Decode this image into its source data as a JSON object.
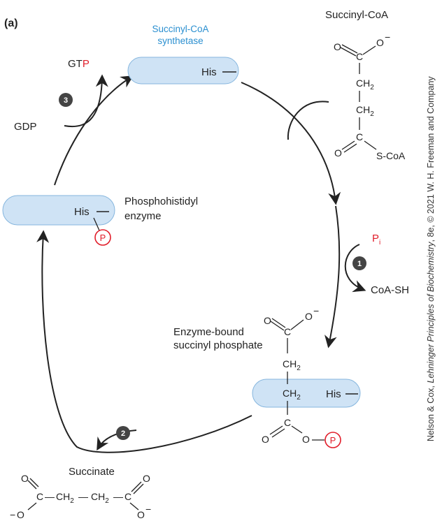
{
  "panel_label": "(a)",
  "colors": {
    "enzyme_fill": "#cfe3f5",
    "enzyme_stroke": "#86b6de",
    "phosphate": "#e11d2a",
    "enzyme_label": "#2a8fd0",
    "step_badge": "#444444"
  },
  "enzyme": {
    "name_line1": "Succinyl-CoA",
    "name_line2": "synthetase",
    "his": "His"
  },
  "phosphohistidyl": {
    "line1": "Phosphohistidyl",
    "line2": "enzyme",
    "his": "His",
    "p": "P"
  },
  "succinyl_coa": {
    "title": "Succinyl-CoA",
    "o": "O",
    "c": "C",
    "minus": "−",
    "ch2": "CH",
    "two": "2",
    "s_coa": "S-CoA"
  },
  "step1": {
    "number": "1",
    "pi": "P",
    "i": "i",
    "coash": "CoA-SH"
  },
  "step2": {
    "number": "2",
    "succinate": "Succinate"
  },
  "step3": {
    "number": "3",
    "gdp": "GDP",
    "gt": "GT",
    "p": "P"
  },
  "bound": {
    "line1": "Enzyme-bound",
    "line2": "succinyl phosphate",
    "o": "O",
    "c": "C",
    "minus": "−",
    "ch2": "CH",
    "two": "2",
    "his": "His",
    "p": "P"
  },
  "succinate_struct": {
    "o": "O",
    "c": "C",
    "ch2": "CH",
    "two": "2",
    "minus": "−",
    "dash": "—"
  },
  "credit": {
    "prefix": "Nelson & Cox, ",
    "book": "Lehninger Principles of Biochemistry",
    "suffix": ", 8e, © 2021 W. H. Freeman and Company"
  }
}
